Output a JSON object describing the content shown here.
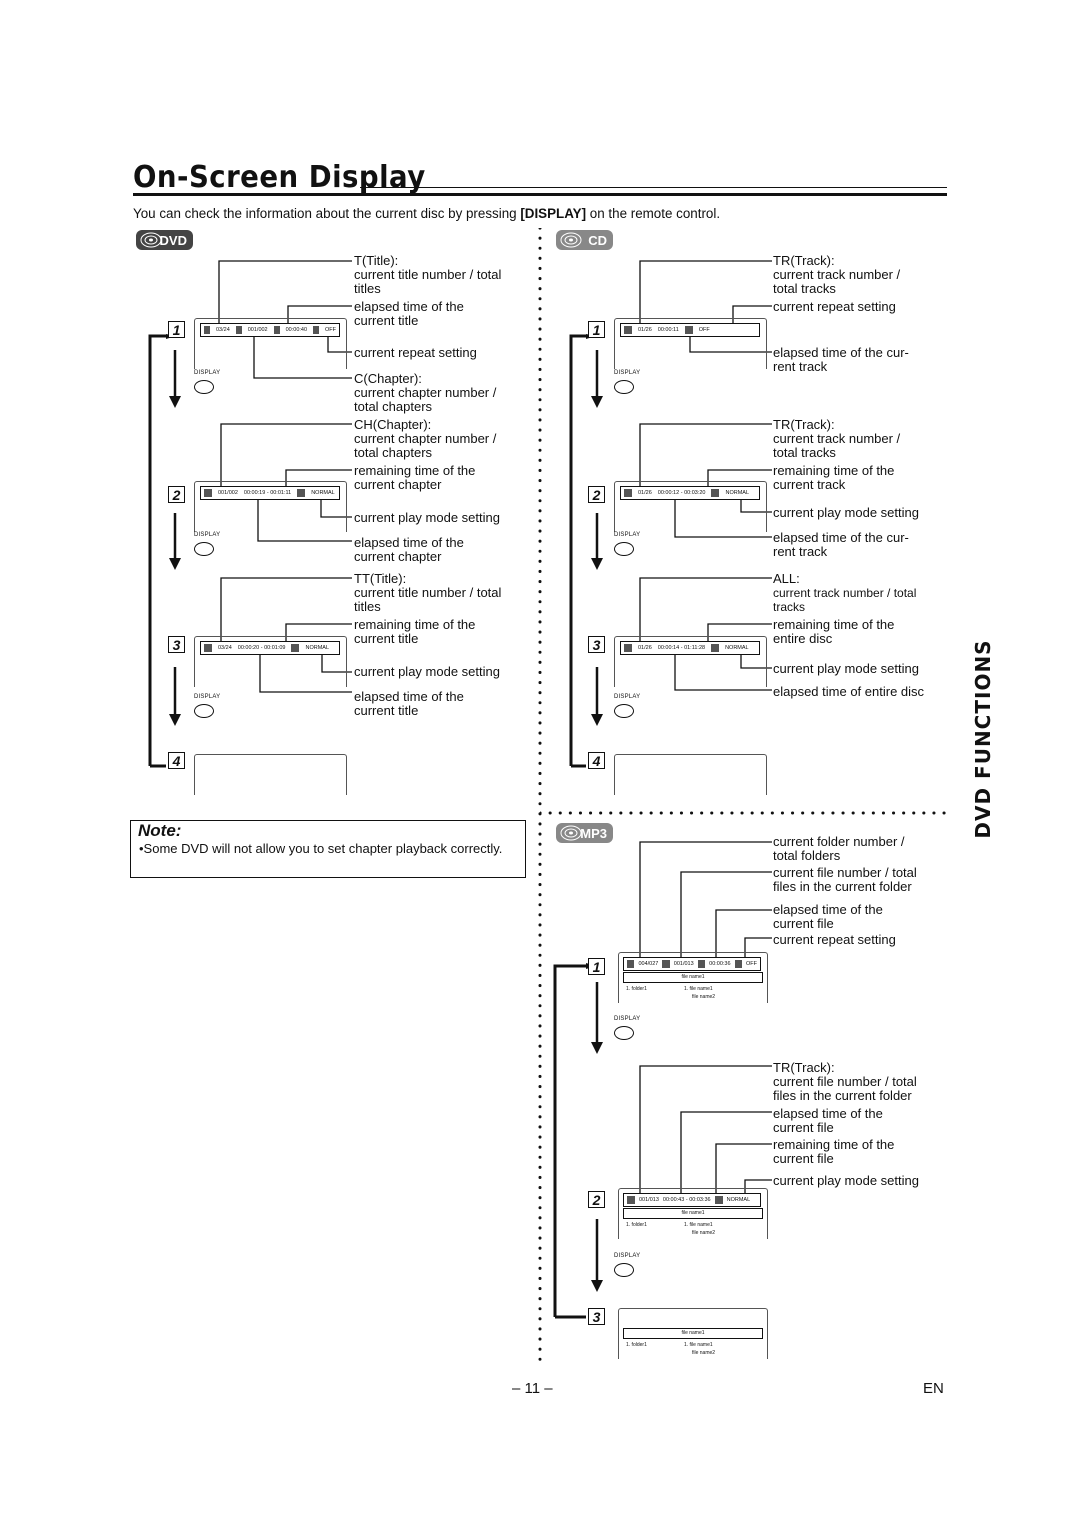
{
  "title": "On-Screen Display",
  "intro": {
    "before": "You can check the information about the current disc by pressing ",
    "key": "[DISPLAY]",
    "after": " on the remote control."
  },
  "badges": {
    "dvd": "DVD",
    "cd": "CD",
    "mp3": "MP3"
  },
  "display_button": "DISPLAY",
  "side_tab": "DVD FUNCTIONS",
  "dvd": {
    "steps": [
      "1",
      "2",
      "3",
      "4"
    ],
    "s1": {
      "osd": [
        "03/24",
        "001/002",
        "00:00:40",
        "OFF"
      ],
      "l1a": "T(Title):",
      "l1b": "current title number / total",
      "l1c": "titles",
      "l2a": "elapsed time of the",
      "l2b": "current title",
      "l3a": "current repeat setting",
      "l4a": "C(Chapter):",
      "l4b": "current chapter number /",
      "l4c": "total chapters"
    },
    "s2": {
      "osd": [
        "001/002",
        "00:00:19 - 00:01:11",
        "NORMAL"
      ],
      "l1a": "CH(Chapter):",
      "l1b": "current chapter number /",
      "l1c": "total chapters",
      "l2a": "remaining time of the",
      "l2b": "current chapter",
      "l3a": "current play mode setting",
      "l4a": "elapsed time of the",
      "l4b": "current chapter"
    },
    "s3": {
      "osd": [
        "03/24",
        "00:00:20 - 00:01:09",
        "NORMAL"
      ],
      "l1a": "TT(Title):",
      "l1b": "current title number / total",
      "l1c": "titles",
      "l2a": "remaining time of the",
      "l2b": "current title",
      "l3a": "current play mode setting",
      "l4a": "elapsed time of the",
      "l4b": "current title"
    }
  },
  "cd": {
    "steps": [
      "1",
      "2",
      "3",
      "4"
    ],
    "s1": {
      "osd": [
        "01/26",
        "00:00:11",
        "OFF"
      ],
      "l1a": "TR(Track):",
      "l1b": "current track number /",
      "l1c": "total tracks",
      "l2a": "current repeat setting",
      "l3a": "elapsed time of the cur-",
      "l3b": "rent track"
    },
    "s2": {
      "osd": [
        "01/26",
        "00:00:12 - 00:03:20",
        "NORMAL"
      ],
      "l1a": "TR(Track):",
      "l1b": "current track number /",
      "l1c": "total tracks",
      "l2a": "remaining time of the",
      "l2b": "current track",
      "l3a": "current play mode setting",
      "l4a": "elapsed time of the cur-",
      "l4b": "rent track"
    },
    "s3": {
      "osd": [
        "01/26",
        "00:00:14 - 01:11:28",
        "NORMAL"
      ],
      "l1a": "ALL:",
      "l1b": "current track number / total",
      "l1c": "tracks",
      "l2a": "remaining time of the",
      "l2b": "entire disc",
      "l3a": "current play mode setting",
      "l4a": "elapsed time of entire disc"
    }
  },
  "mp3": {
    "steps": [
      "1",
      "2",
      "3"
    ],
    "s1": {
      "osd": [
        "004/027",
        "001/013",
        "00:00:36",
        "OFF"
      ],
      "file_header": "file name1",
      "folder": "1.  folder1",
      "file1": "1.  file name1",
      "file2": "file name2",
      "l1a": "current folder number /",
      "l1b": "total folders",
      "l2a": "current file number / total",
      "l2b": "files in the current folder",
      "l3a": "elapsed time of the",
      "l3b": "current file",
      "l4a": "current repeat setting"
    },
    "s2": {
      "osd": [
        "001/013",
        "00:00:43 - 00:03:36",
        "NORMAL"
      ],
      "file_header": "file name1",
      "folder": "1.  folder1",
      "file1": "1.  file name1",
      "file2": "file name2",
      "l1a": "TR(Track):",
      "l1b": "current file number / total",
      "l1c": "files in the current folder",
      "l2a": "elapsed time of the",
      "l2b": "current file",
      "l3a": "remaining time of the",
      "l3b": "current file",
      "l4a": "current play mode setting"
    },
    "s3": {
      "file_header": "file name1",
      "folder": "1.  folder1",
      "file1": "1.  file name1",
      "file2": "file name2"
    }
  },
  "note": {
    "title": "Note:",
    "text": "•Some DVD will not allow you to set chapter playback correctly."
  },
  "page_number": "– 11 –",
  "lang": "EN"
}
